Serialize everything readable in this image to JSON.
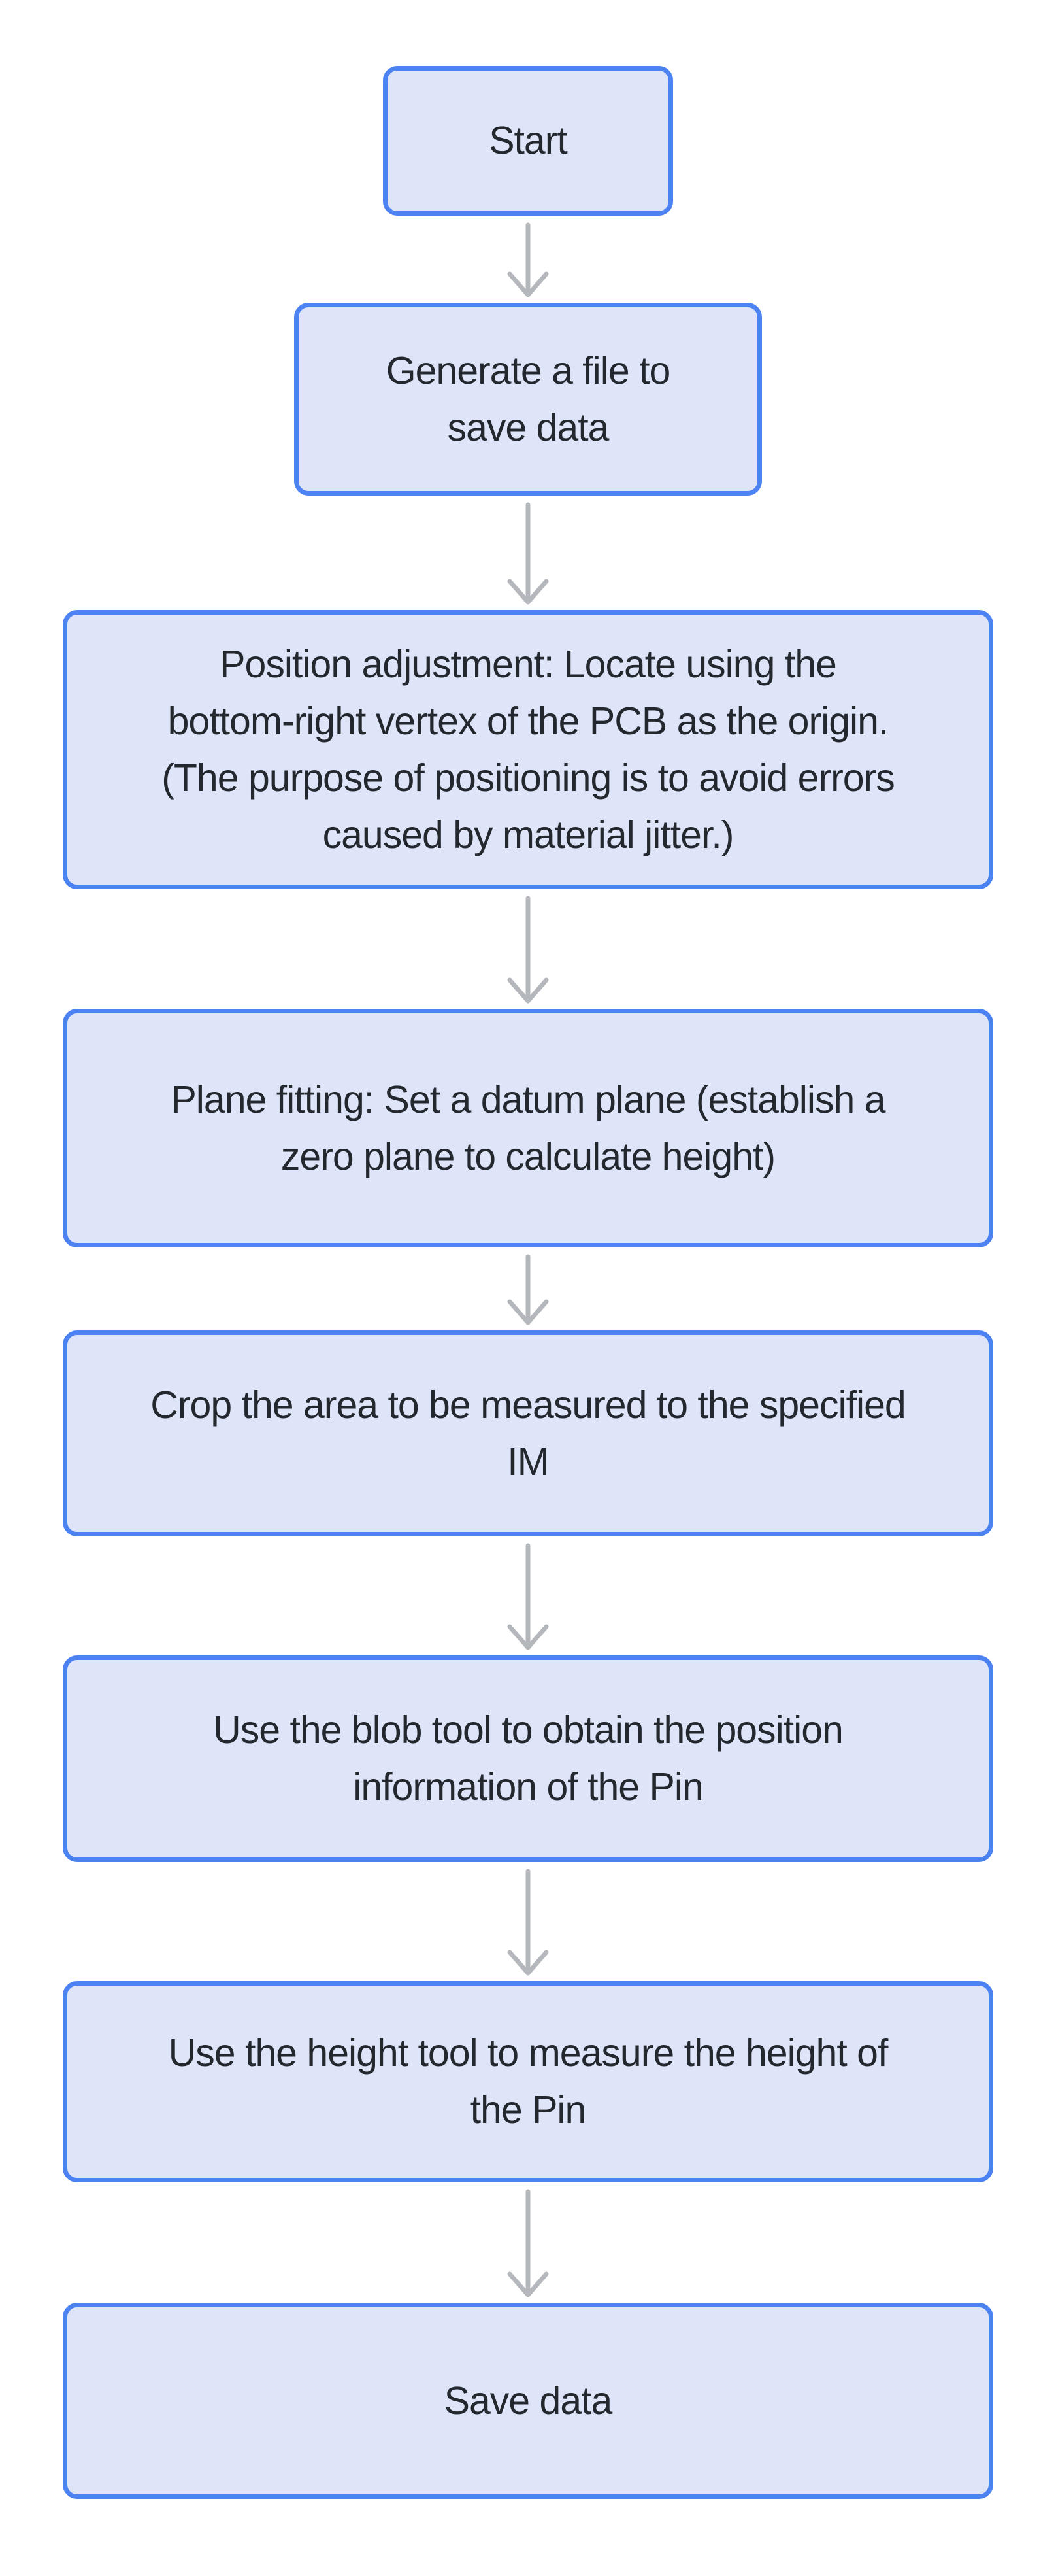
{
  "flowchart": {
    "direction": "top-down",
    "colors": {
      "node_fill": "#dfe5f9",
      "node_border": "#4c82f2",
      "arrow": "#b4b7bb",
      "text": "#23282e",
      "background": "#ffffff"
    },
    "nodes": [
      {
        "id": "start",
        "lines": [
          "Start"
        ]
      },
      {
        "id": "generate-file",
        "lines": [
          "Generate a file to",
          "save data"
        ]
      },
      {
        "id": "position-adjustment",
        "lines": [
          "Position adjustment: Locate using the",
          "bottom-right vertex of the PCB as the origin.",
          "(The purpose of positioning is to avoid errors",
          "caused by material jitter.)"
        ]
      },
      {
        "id": "plane-fitting",
        "lines": [
          "Plane fitting: Set a datum plane (establish a",
          "zero plane to calculate height)"
        ]
      },
      {
        "id": "crop-area",
        "lines": [
          "Crop the area to be measured to the specified",
          "IM"
        ]
      },
      {
        "id": "blob-tool",
        "lines": [
          "Use the blob tool to obtain the position",
          "information of the Pin"
        ]
      },
      {
        "id": "height-tool",
        "lines": [
          "Use the height tool to measure the height of",
          "the Pin"
        ]
      },
      {
        "id": "save-data",
        "lines": [
          "Save data"
        ]
      }
    ],
    "edges": [
      {
        "from": "start",
        "to": "generate-file"
      },
      {
        "from": "generate-file",
        "to": "position-adjustment"
      },
      {
        "from": "position-adjustment",
        "to": "plane-fitting"
      },
      {
        "from": "plane-fitting",
        "to": "crop-area"
      },
      {
        "from": "crop-area",
        "to": "blob-tool"
      },
      {
        "from": "blob-tool",
        "to": "height-tool"
      },
      {
        "from": "height-tool",
        "to": "save-data"
      }
    ]
  }
}
